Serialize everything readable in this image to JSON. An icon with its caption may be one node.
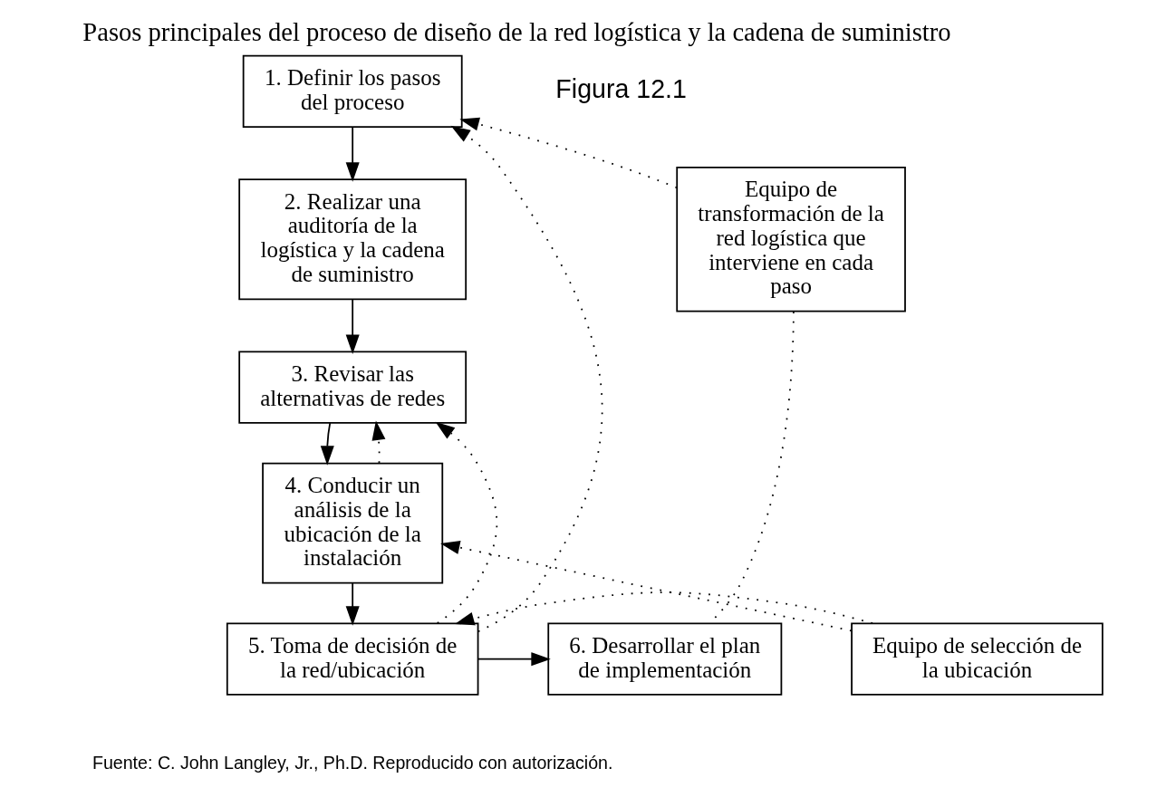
{
  "diagram": {
    "title": "Pasos principales del proceso de diseño de la red logística y la cadena de suministro",
    "caption": "Fuente: C. John Langley, Jr., Ph.D. Reproducido con autorización.",
    "nodes": [
      {
        "text": [
          "1. Definir los pasos del proceso"
        ]
      },
      {
        "text": [
          "2. Realizar una auditoría de la logística y la cadena de suministro"
        ]
      },
      {
        "text": [
          "3. Revisar las alternativas de redes"
        ]
      },
      {
        "text": [
          "4. Conducir un análisis de la ubicación de la instalación"
        ]
      },
      {
        "text": [
          "5. Toma de decisión de la red/ubicación"
        ]
      },
      {
        "text": [
          "6. Desarrollar el plan de implementación"
        ]
      },
      {
        "text": [
          "Equipo de transformación de la red logística que interviene en cada paso"
        ]
      },
      {
        "text": [
          "Equipo de selección de la ubicación"
        ]
      }
    ],
    "edges": [
      {
        "from": 0,
        "to": 1,
        "arrow": "to"
      },
      {
        "from": 1,
        "to": 2,
        "arrow": "to"
      },
      {
        "from": 2,
        "to": 3,
        "arrow": "to"
      },
      {
        "from": 3,
        "to": 4,
        "arrow": "to"
      },
      {
        "from": 4,
        "to": 5,
        "arrow": "to"
      },
      {
        "from": 6,
        "to": 0,
        "arrow": "to",
        "style": "dashed"
      },
      {
        "from": 4,
        "to": 0,
        "arrow": "to",
        "style": "dashed"
      },
      {
        "from": 4,
        "to": 2,
        "arrow": "to",
        "style": "dashed"
      },
      {
        "from": 3,
        "to": 2,
        "arrow": "to",
        "style": "dashed"
      },
      {
        "from": 7,
        "to": 3,
        "arrow": "to",
        "style": "dashed"
      },
      {
        "from": 7,
        "to": 4,
        "arrow": "to",
        "style": "dashed"
      },
      {
        "from": 6,
        "to": 5,
        "arrow": "none",
        "style": "dashed"
      }
    ],
    "labels": [
      "Figura 12.1"
    ]
  }
}
